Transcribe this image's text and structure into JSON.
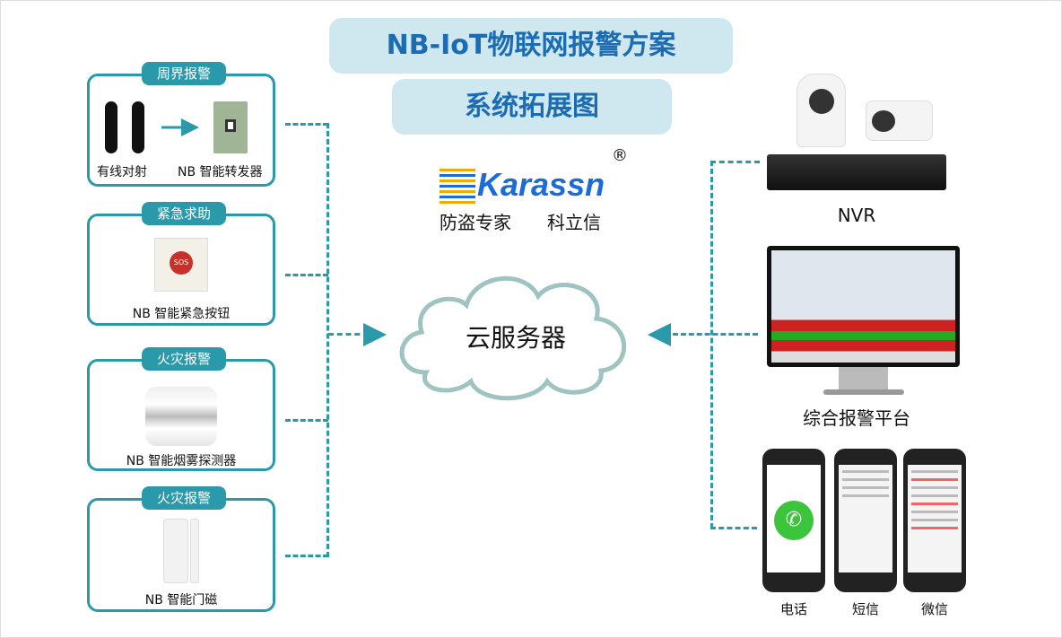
{
  "header": {
    "title": "NB-IoT物联网报警方案",
    "subtitle": "系统拓展图"
  },
  "logo": {
    "brand": "Karassn",
    "registered": "®",
    "slogan_left": "防盗专家",
    "slogan_right": "科立信"
  },
  "center": {
    "label": "云服务器"
  },
  "left_groups": [
    {
      "title": "周界报警",
      "captions": [
        "有线对射",
        "NB 智能转发器"
      ]
    },
    {
      "title": "紧急求助",
      "captions": [
        "NB 智能紧急按钮"
      ],
      "device_text": "SOS"
    },
    {
      "title": "火灾报警",
      "captions": [
        "NB 智能烟雾探测器"
      ]
    },
    {
      "title": "火灾报警",
      "captions": [
        "NB 智能门磁"
      ]
    }
  ],
  "right": {
    "nvr": "NVR",
    "platform": "综合报警平台",
    "phones": [
      "电话",
      "短信",
      "微信"
    ]
  },
  "colors": {
    "teal": "#2a9aaa",
    "title_bg": "#cfe7ef",
    "title_text": "#1b6cb3"
  }
}
